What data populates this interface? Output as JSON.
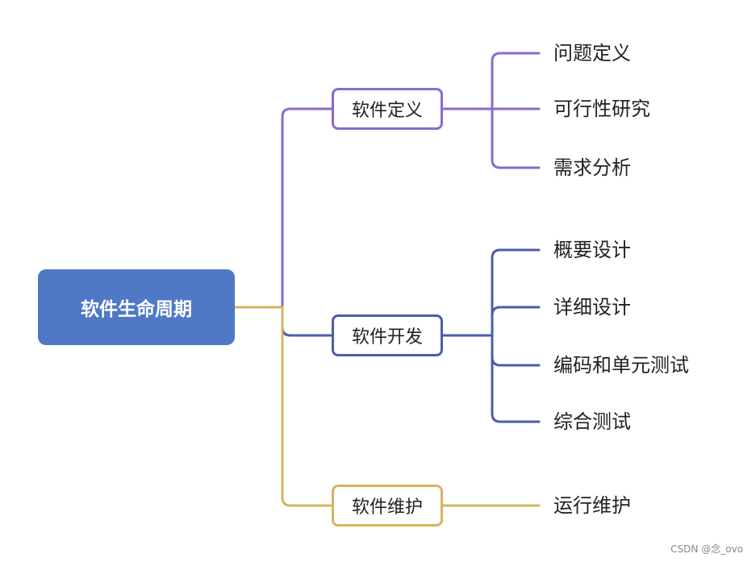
{
  "colors": {
    "root_fill": "#4f78c6",
    "branch_colors": [
      "#8a6acf",
      "#4a5ea8",
      "#d6b45e"
    ]
  },
  "root": {
    "label": "软件生命周期"
  },
  "branches": [
    {
      "label": "软件定义",
      "children": [
        "问题定义",
        "可行性研究",
        "需求分析"
      ]
    },
    {
      "label": "软件开发",
      "children": [
        "概要设计",
        "详细设计",
        "编码和单元测试",
        "综合测试"
      ]
    },
    {
      "label": "软件维护",
      "children": [
        "运行维护"
      ]
    }
  ],
  "watermark": "CSDN @念_ovo"
}
